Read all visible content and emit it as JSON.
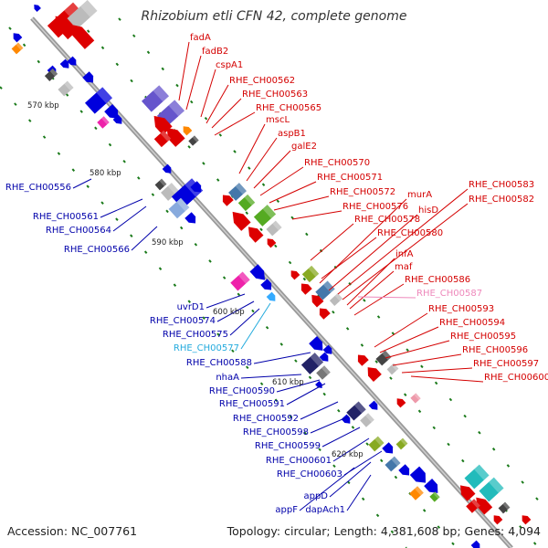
{
  "title": "Rhizobium etli CFN 42, complete genome",
  "footer": {
    "accession": "Accession: NC_007761",
    "summary": "Topology: circular; Length: 4,381,608 bp; Genes: 4,094"
  },
  "ticks": [
    "570 kbp",
    "580 kbp",
    "590 kbp",
    "600 kbp",
    "610 kbp",
    "620 kbp"
  ],
  "labels_right": [
    "fadA",
    "fadB2",
    "cspA1",
    "RHE_CH00562",
    "RHE_CH00563",
    "RHE_CH00565",
    "mscL",
    "aspB1",
    "galE2",
    "RHE_CH00570",
    "RHE_CH00571",
    "RHE_CH00572",
    "RHE_CH00576",
    "murA",
    "RHE_CH00578",
    "hisD",
    "RHE_CH00580",
    "RHE_CH00583",
    "RHE_CH00582",
    "infA",
    "maf",
    "RHE_CH00586",
    "RHE_CH00587",
    "RHE_CH00593",
    "RHE_CH00594",
    "RHE_CH00595",
    "RHE_CH00596",
    "RHE_CH00597",
    "RHE_CH00600"
  ],
  "labels_left": [
    "RHE_CH00556",
    "RHE_CH00561",
    "RHE_CH00564",
    "RHE_CH00566",
    "uvrD1",
    "RHE_CH00574",
    "RHE_CH00575",
    "RHE_CH00577",
    "RHE_CH00588",
    "nhaA",
    "RHE_CH00590",
    "RHE_CH00591",
    "RHE_CH00592",
    "RHE_CH00598",
    "RHE_CH00599",
    "RHE_CH00601",
    "RHE_CH00603",
    "appD",
    "appF",
    "dapAch1"
  ],
  "colors": {
    "reverse_strand_label": "#d40000",
    "forward_strand_label": "#0000aa",
    "rna_pink": "#ee88bb",
    "rna_cyan": "#22aadd",
    "backbone": "#999999"
  }
}
